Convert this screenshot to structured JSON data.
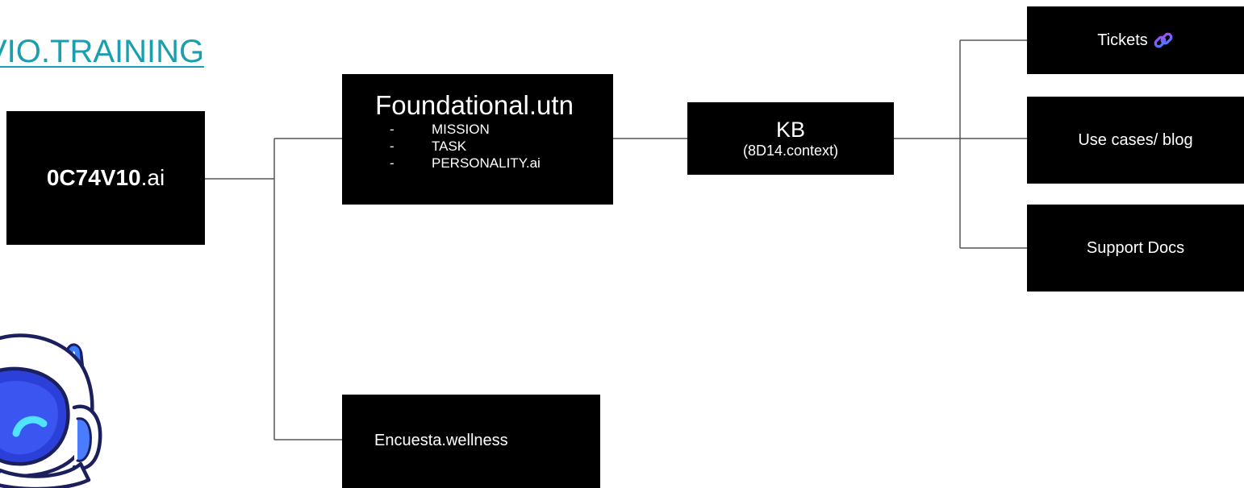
{
  "header": {
    "title_link": "VIO.TRAINING"
  },
  "nodes": {
    "main": {
      "bold": "0C74V10",
      "rest": ".ai"
    },
    "foundational": {
      "title": "Foundational.utn",
      "dash": "-",
      "items": [
        "MISSION",
        "TASK",
        "PERSONALITY.ai"
      ]
    },
    "kb": {
      "title": "KB",
      "subtitle": "(8D14.context)"
    },
    "tickets": {
      "label": "Tickets",
      "icon": "link-icon"
    },
    "use_cases": {
      "label": "Use cases/ blog"
    },
    "support_docs": {
      "label": "Support Docs"
    },
    "encuesta": {
      "label": "Encuesta.wellness"
    }
  },
  "illustration": {
    "icon": "robot-astronaut-icon"
  },
  "colors": {
    "box_background": "#000000",
    "box_text": "#ffffff",
    "link": "#1a9fb0",
    "connector": "#555555",
    "accent_gradient_start": "#4a7cff",
    "accent_gradient_end": "#a24bff"
  }
}
